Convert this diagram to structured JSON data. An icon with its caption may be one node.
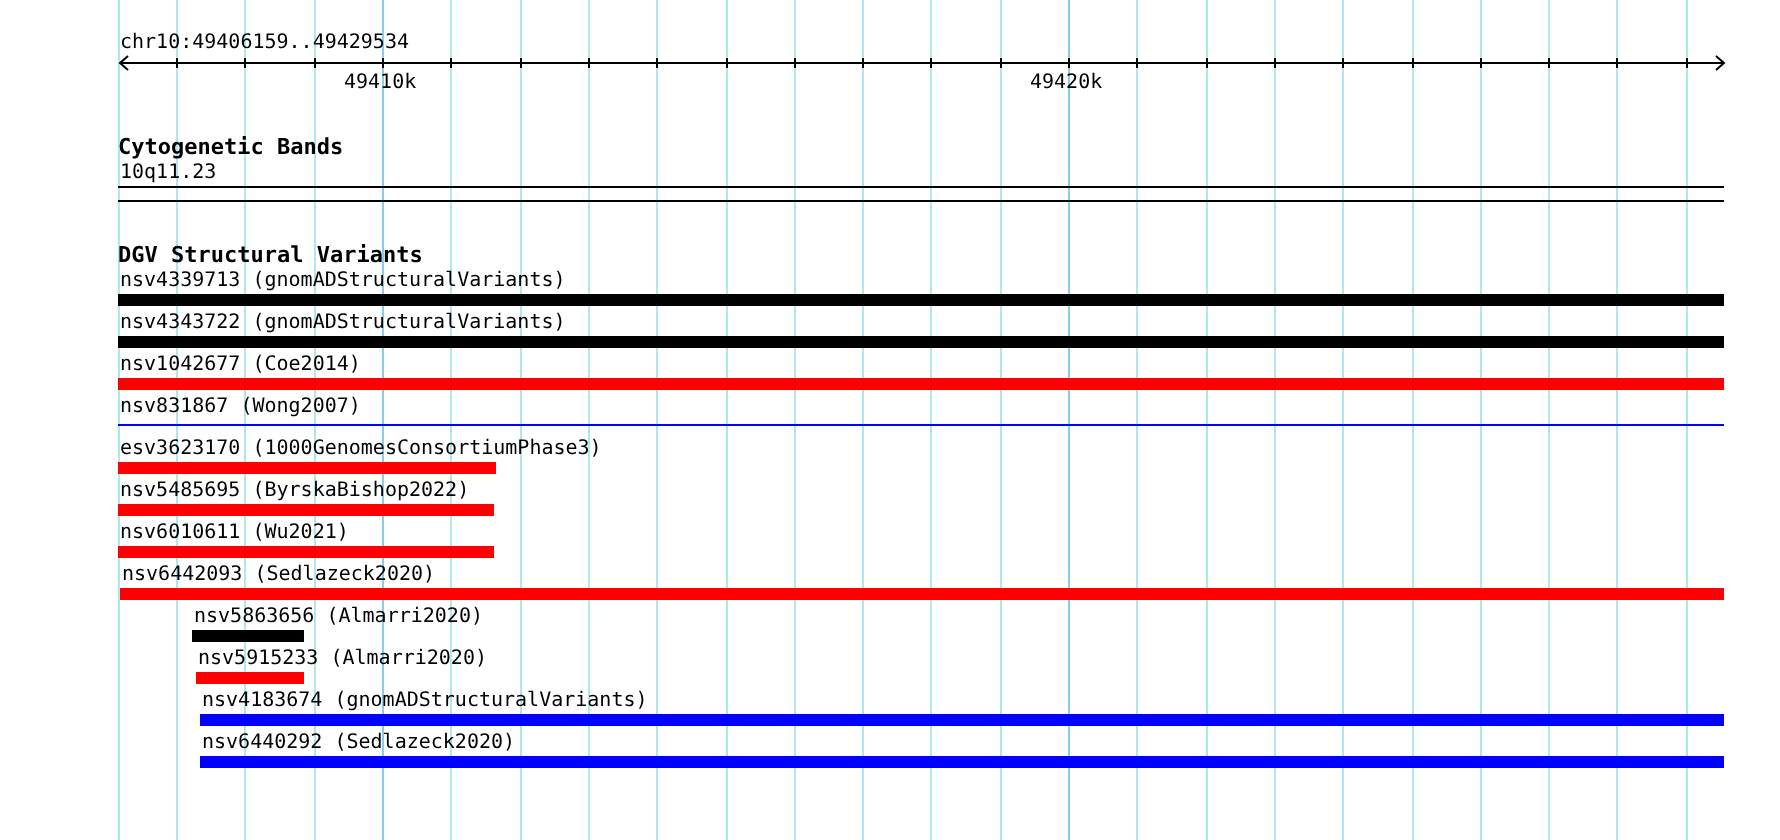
{
  "diagram": {
    "nodes": [
      {
        "text": [
          "nsv4339713 (gnomADStructuralVariants)"
        ]
      },
      {
        "text": [
          "nsv4343722 (gnomADStructuralVariants)"
        ]
      },
      {
        "text": [
          "nsv1042677 (Coe2014)"
        ]
      },
      {
        "text": [
          "nsv831867 (Wong2007)"
        ]
      },
      {
        "text": [
          "esv3623170 (1000GenomesConsortiumPhase3)"
        ]
      },
      {
        "text": [
          "nsv5485695 (ByrskaBishop2022)"
        ]
      },
      {
        "text": [
          "nsv6010611 (Wu2021)"
        ]
      },
      {
        "text": [
          "nsv6442093 (Sedlazeck2020)"
        ]
      },
      {
        "text": [
          "nsv5863656 (Almarri2020)"
        ]
      },
      {
        "text": [
          "nsv5915233 (Almarri2020)"
        ]
      },
      {
        "text": [
          "nsv4183674 (gnomADStructuralVariants)"
        ]
      },
      {
        "text": [
          "nsv6440292 (Sedlazeck2020)"
        ]
      }
    ],
    "edges": [],
    "labels": [
      "chr10:49406159..49429534",
      "49410k",
      "49420k",
      "Cytogenetic Bands",
      "10q11.23",
      "DGV Structural Variants"
    ]
  }
}
